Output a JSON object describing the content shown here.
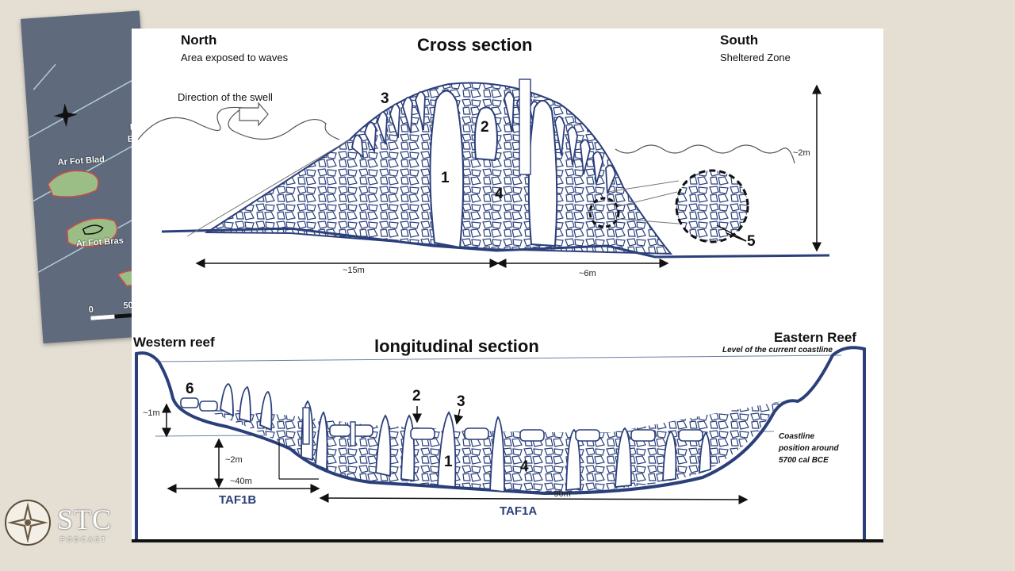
{
  "cross_section": {
    "title": "Cross section",
    "north_label": "North",
    "north_sub": "Area exposed to waves",
    "south_label": "South",
    "south_sub": "Sheltered Zone",
    "swell_label": "Direction of the swell",
    "height_label": "~2m",
    "width_left": "~15m",
    "width_right": "~6m",
    "markers": [
      "1",
      "2",
      "3",
      "4",
      "5"
    ]
  },
  "longitudinal_section": {
    "title": "longitudinal section",
    "west_label": "Western reef",
    "east_label": "Eastern Reef",
    "coastline_current": "Level of the current coastline",
    "coastline_past": [
      "Coastline",
      "position around",
      "5700 cal BCE"
    ],
    "height_1m": "~1m",
    "height_2m": "~2m",
    "length_40m": "~40m",
    "length_90m": "~90m",
    "zone_b": "TAF1B",
    "zone_a": "TAF1A",
    "markers": [
      "1",
      "2",
      "3",
      "4",
      "6"
    ]
  },
  "map_card": {
    "labels": [
      "Ar Fot Blad",
      "Ar Fot Bras",
      "Po",
      "Biaz"
    ],
    "scale_zero": "0",
    "scale_fifty": "50"
  },
  "logo": {
    "word": "STC",
    "sub": "PODCAST"
  },
  "colors": {
    "outline": "#2b3f7a",
    "ink": "#111111",
    "paper": "#ffffff"
  }
}
